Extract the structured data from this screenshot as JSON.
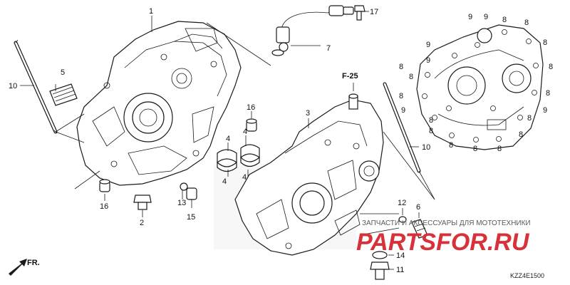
{
  "diagram_code": "KZZ4E1500",
  "section_ref": "F-25",
  "front_marker": "FR.",
  "watermark": {
    "logo": "PARTSFOR.RU",
    "tagline": "ЗАПЧАСТИ И АКСЕССУАРЫ ДЛЯ МОТОТЕХНИКИ",
    "brand_color": "#d7323a"
  },
  "callouts": {
    "c1": "1",
    "c2": "2",
    "c3": "3",
    "c4a": "4",
    "c4b": "4",
    "c4c": "4",
    "c4d": "4",
    "c5": "5",
    "c6": "6",
    "c7": "7",
    "c8a": "8",
    "c8b": "8",
    "c8c": "8",
    "c8d": "8",
    "c8e": "8",
    "c8f": "8",
    "c8g": "8",
    "c8h": "8",
    "c8i": "8",
    "c8j": "8",
    "c8k": "8",
    "c8l": "8",
    "c8m": "8",
    "c8n": "8",
    "c8o": "8",
    "c9a": "9",
    "c9b": "9",
    "c9c": "9",
    "c9d": "9",
    "c9e": "9",
    "c9f": "9",
    "c10a": "10",
    "c10b": "10",
    "c11": "11",
    "c12": "12",
    "c13": "13",
    "c14": "14",
    "c15": "15",
    "c16a": "16",
    "c16b": "16",
    "c17": "17"
  }
}
